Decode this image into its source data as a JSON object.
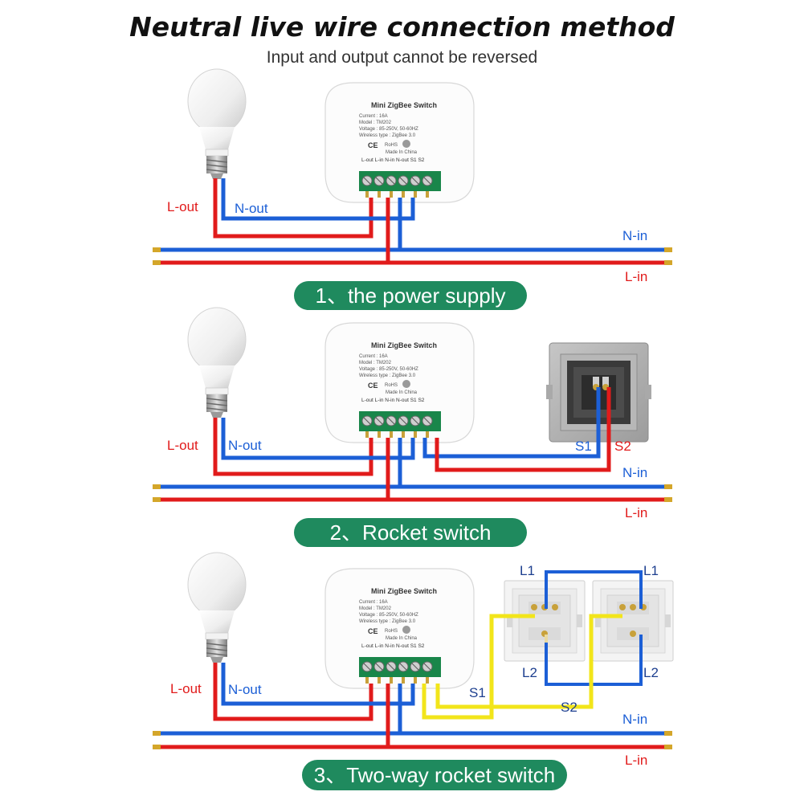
{
  "title": "Neutral live wire connection method",
  "subtitle": "Input and output cannot be reversed",
  "colors": {
    "live": "#e11b1b",
    "neutral": "#1c5fd6",
    "switch_wire": "#f2e51a",
    "section_bg": "#1f8a5e",
    "terminal_green": "#19864a"
  },
  "device": {
    "name": "Mini ZigBee Switch",
    "specs": [
      "Current : 16A",
      "Model : TM202",
      "Voltage : 85-250V, 50-60HZ",
      "Wireless type : ZigBee 3.0"
    ],
    "marks": [
      "CE",
      "RoHS"
    ],
    "made_in": "Made In China",
    "terminals": "L-out  L-in  N-in  N-out  S1    S2"
  },
  "sections": [
    {
      "label": "1、the power supply",
      "l_out": "L-out",
      "n_out": "N-out",
      "n_in": "N-in",
      "l_in": "L-in"
    },
    {
      "label": "2、Rocket switch",
      "l_out": "L-out",
      "n_out": "N-out",
      "n_in": "N-in",
      "l_in": "L-in",
      "s1": "S1",
      "s2": "S2"
    },
    {
      "label": "3、Two-way rocket switch",
      "l_out": "L-out",
      "n_out": "N-out",
      "n_in": "N-in",
      "l_in": "L-in",
      "s1": "S1",
      "s2": "S2",
      "l1": "L1",
      "l2": "L2"
    }
  ]
}
